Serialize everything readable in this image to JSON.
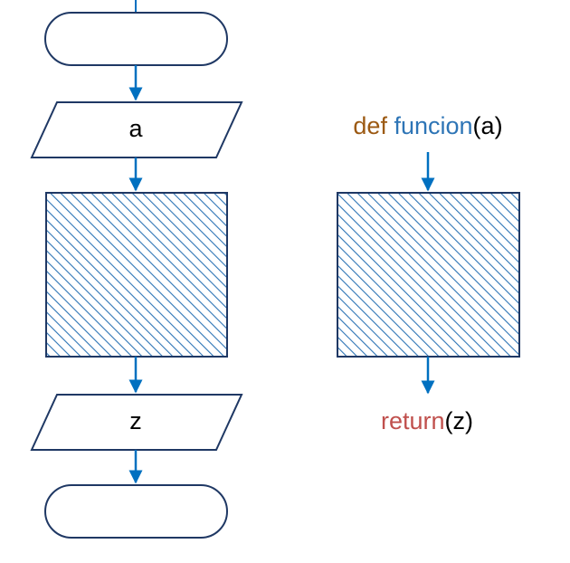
{
  "left_flow": {
    "input_label": "a",
    "output_label": "z"
  },
  "right_flow": {
    "def_keyword": "def",
    "function_name": "funcion",
    "open_paren": "(",
    "param": "a",
    "close_paren": ")",
    "return_keyword": "return",
    "return_open_paren": "(",
    "return_value": "z",
    "return_close_paren": ")"
  },
  "colors": {
    "shape_stroke": "#1f3864",
    "arrow": "#0070c0",
    "hatch": "#2e75b6",
    "keyword_def": "#9c5a13",
    "function_name": "#2e75b6",
    "keyword_return": "#c0504d",
    "text": "#000000"
  }
}
